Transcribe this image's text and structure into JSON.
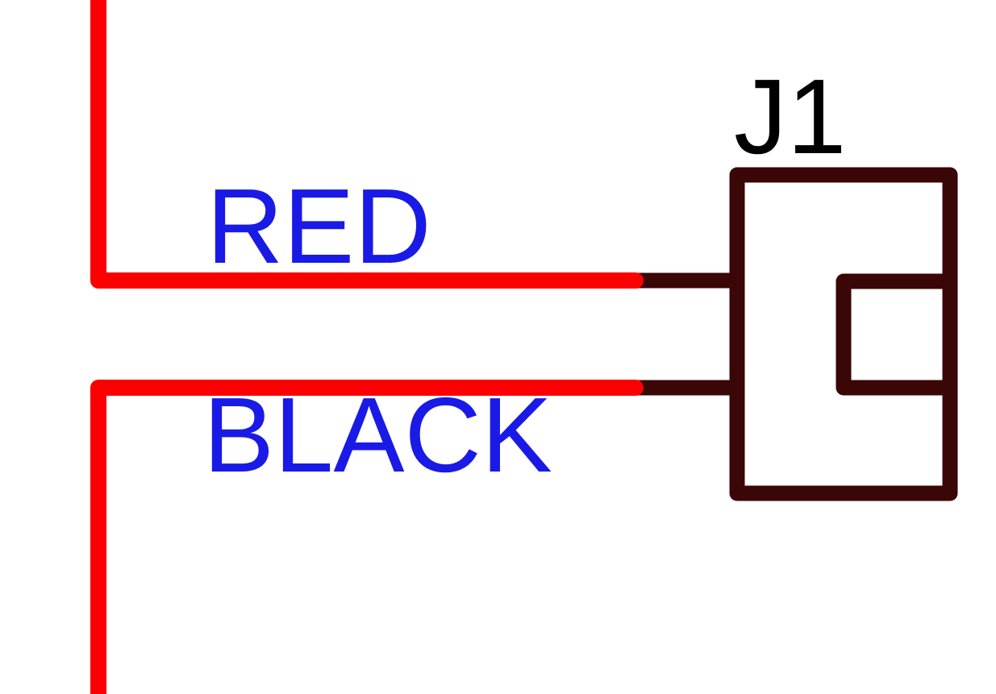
{
  "page": {
    "background": "#FFFFFF",
    "description": "Schematic detail view of a two-pin connector with wire color labels"
  },
  "schematic": {
    "component": {
      "designator": "J1",
      "type": "2-pin connector symbol with polarity key notch"
    },
    "wire_labels": {
      "pin1": "RED",
      "pin2": "BLACK"
    },
    "colors": {
      "wire": "#FA0000",
      "component_outline": "#3A0606",
      "wire_label": "#1A1AE6",
      "designator": "#000000"
    }
  }
}
